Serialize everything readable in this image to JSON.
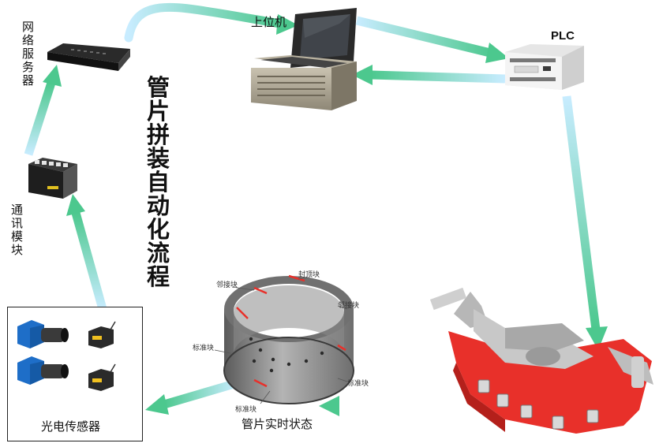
{
  "title": "管片拼装自动化流程",
  "nodes": {
    "network_server": "网络服务器",
    "host_computer": "上位机",
    "plc": "PLC",
    "comm_module": "通讯模块",
    "photo_sensor": "光电传感器",
    "segment_status": "管片实时状态"
  },
  "ring_labels": {
    "adjacent_top_left": "邻接块",
    "key_block": "封顶块",
    "adjacent_right": "邻接块",
    "standard_left": "标准块",
    "standard_right": "标准块",
    "standard_bottom": "标准块"
  },
  "colors": {
    "arrow_light": "#c8ecff",
    "arrow_dark": "#4cc88e",
    "erector_red": "#e8302a",
    "ring_gray": "#8a8a8a"
  }
}
